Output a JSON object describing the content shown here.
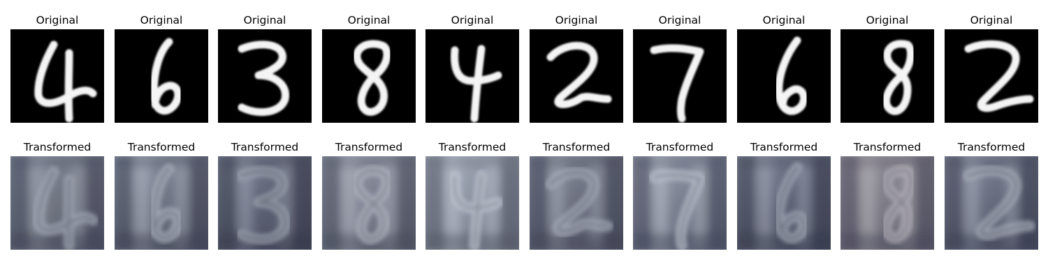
{
  "figure": {
    "original_title": "Original",
    "transformed_title": "Transformed",
    "digits": [
      "4",
      "6",
      "3",
      "8",
      "4",
      "2",
      "7",
      "6",
      "8",
      "2"
    ]
  }
}
